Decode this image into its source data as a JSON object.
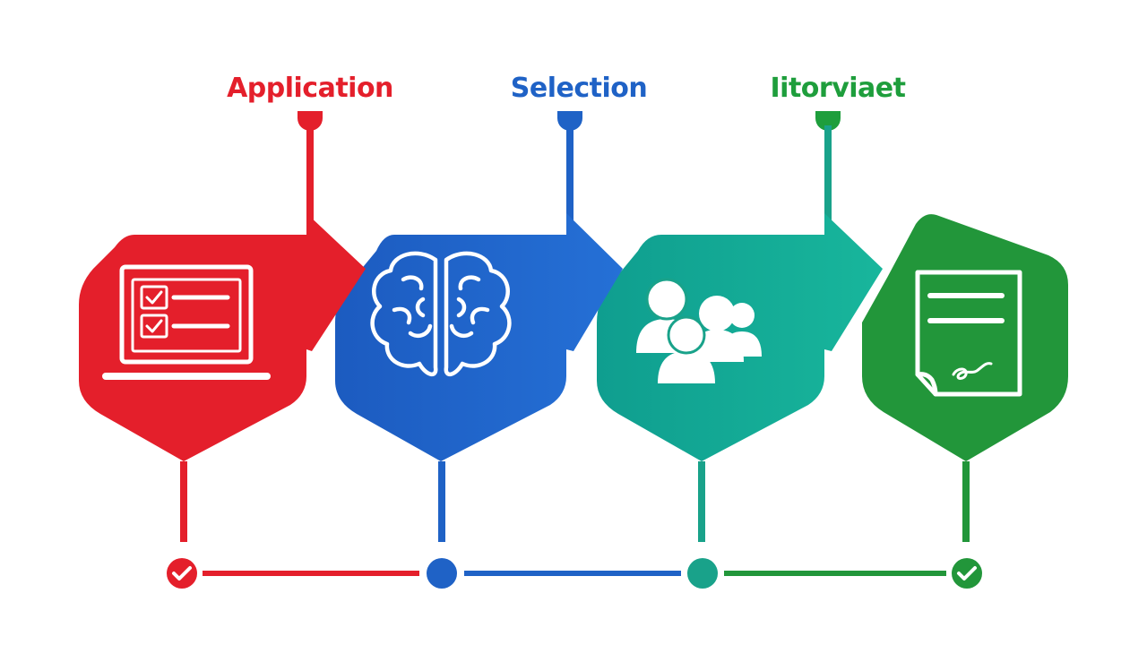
{
  "stages": [
    {
      "label": "Application",
      "color": "#e41f2b",
      "icon": "laptop-checklist-icon"
    },
    {
      "label": "Selection",
      "color": "#1f62c6",
      "icon": "brain-icon"
    },
    {
      "label": "Iitorviaet",
      "color": "#19a28a",
      "icon": "people-group-icon"
    },
    {
      "label": "",
      "color": "#22963a",
      "icon": "signed-document-icon"
    }
  ],
  "timeline": {
    "markers": [
      "check-icon",
      "dot",
      "dot",
      "check-icon"
    ],
    "colors": [
      "#e41f2b",
      "#1f62c6",
      "#19a28a",
      "#22963a"
    ]
  }
}
